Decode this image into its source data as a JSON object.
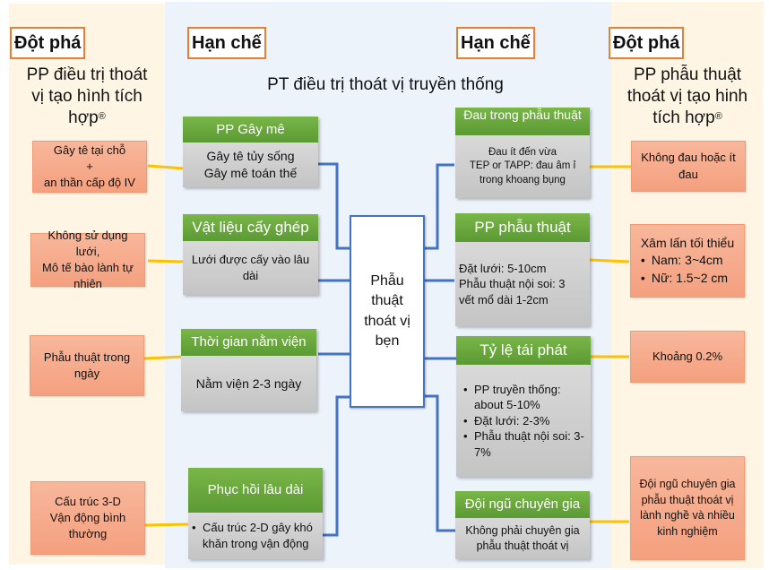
{
  "left_column": {
    "label": "Đột phá",
    "title_lines": [
      "PP điều trị thoát",
      "vị tạo hình tích",
      "hợp"
    ],
    "title_mark": "®",
    "alternatives": [
      {
        "lines": [
          "Gây tê tại chỗ",
          "+",
          "an thần cấp độ IV"
        ]
      },
      {
        "lines": [
          "Không sử dụng lưới,",
          "Mô tế bào lành tự",
          "nhiên"
        ]
      },
      {
        "lines": [
          "Phẫu thuật trong",
          "ngày"
        ]
      },
      {
        "lines": [
          "Cấu trúc 3-D",
          "Vận động bình",
          "thường"
        ]
      }
    ]
  },
  "center": {
    "left_label": "Hạn chế",
    "right_label": "Hạn chế",
    "title": "PT điều trị thoát vị truyền thống",
    "hub": {
      "lines": [
        "Phẫu",
        "thuật",
        "thoát vị",
        "bẹn"
      ]
    },
    "left_categories": [
      {
        "header": "PP Gây mê",
        "body_lines": [
          "Gây tê tủy sống",
          "Gây mê toán thế"
        ]
      },
      {
        "header": "Vật liệu cấy ghép",
        "body_lines": [
          "Lưới được cấy vào lâu",
          "dài"
        ]
      },
      {
        "header": "Thời gian nằm viện",
        "body_lines": [
          "Nằm viện 2-3 ngày"
        ]
      },
      {
        "header": "Phục hồi lâu dài",
        "bullets": [
          "Cấu trúc 2-D gây khó khăn trong vận động"
        ]
      }
    ],
    "right_categories": [
      {
        "header": "Đau trong phẫu thuật",
        "body_lines": [
          "Đau ít đến vừa",
          "TEP or TAPP: đau âm ỉ",
          "trong khoang bụng"
        ]
      },
      {
        "header": "PP phẫu thuật",
        "body_lines": [
          "Đặt lưới: 5-10cm",
          "Phẫu thuật nội soi: 3",
          "vết mổ dài 1-2cm"
        ]
      },
      {
        "header": "Tỷ lệ tái phát",
        "bullets": [
          "PP truyền thống: about 5-10%",
          "Đặt lưới: 2-3%",
          "Phẫu thuật nội soi: 3-7%"
        ]
      },
      {
        "header": "Đội ngũ chuyên gia",
        "body_lines": [
          "Không phải chuyên gia",
          "phẫu thuật thoát vị"
        ]
      }
    ]
  },
  "right_column": {
    "label": "Đột phá",
    "title_lines": [
      "PP phẫu thuật",
      "thoát vị tạo hinh",
      "tích hợp"
    ],
    "title_mark": "®",
    "alternatives": [
      {
        "lines": [
          "Không đau hoặc ít",
          "đau"
        ]
      },
      {
        "heading": "Xâm lấn tối thiểu",
        "bullets": [
          "Nam: 3~4cm",
          "Nữ: 1.5~2 cm"
        ]
      },
      {
        "lines": [
          "Khoảng 0.2%"
        ]
      },
      {
        "lines": [
          "Đội ngũ chuyên gia",
          "phẫu thuật thoát vị",
          "lành nghề và nhiều",
          "kinh nghiệm"
        ]
      }
    ]
  },
  "colors": {
    "breakthrough_bg": "#fef5e4",
    "limitation_bg": "#edf3fb",
    "label_border": "#ed7d31",
    "category_header": "#6aab3e",
    "category_body": "#cfcfcf",
    "alternative_fill": "#f6a989",
    "connector_blue": "#4472c4",
    "connector_yellow": "#ffc000"
  }
}
